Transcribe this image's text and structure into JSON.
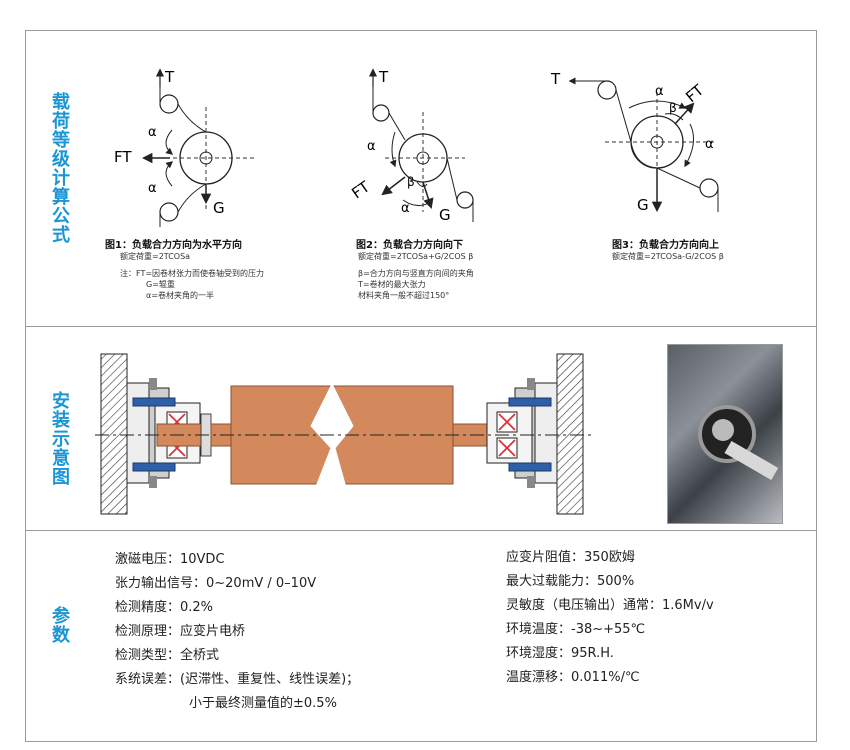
{
  "sections": {
    "formula_title": "载荷等级计算公式",
    "install_title": "安装示意图",
    "params_title": "参数"
  },
  "figures": [
    {
      "caption": "图1：负载合力方向为水平方向",
      "formula": "额定荷重=2TCOSa",
      "labels": {
        "T": "T",
        "G": "G",
        "FT": "FT",
        "alpha": "α"
      },
      "notes": [
        "注：FT=因卷材张力而使卷轴受到的压力",
        "G=辊重",
        "α=卷材夹角的一半"
      ]
    },
    {
      "caption": "图2：负载合力方向向下",
      "formula": "额定荷重=2TCOSa+G/2COS β",
      "labels": {
        "T": "T",
        "G": "G",
        "FT": "FT",
        "alpha": "α",
        "beta": "β"
      },
      "notes": [
        "β=合力方向与竖直方向间的夹角",
        "T=卷材的最大张力",
        "材料夹角一般不超过150°"
      ]
    },
    {
      "caption": "图3：负载合力方向向上",
      "formula": "额定荷重=2TCOSa-G/2COS β",
      "labels": {
        "T": "T",
        "G": "G",
        "FT": "FT",
        "alpha": "α",
        "beta": "β"
      }
    }
  ],
  "params_left": [
    "激磁电压：10VDC",
    "张力输出信号：0~20mV / 0–10V",
    "检测精度：0.2%",
    "检测原理：应变片电桥",
    "检测类型：全桥式",
    "系统误差：(迟滞性、重复性、线性误差)；",
    "小于最终测量值的±0.5%"
  ],
  "params_right": [
    "应变片阻值：350欧姆",
    "最大过载能力：500%",
    "灵敏度（电压输出）通常：1.6Mv/v",
    "环境温度：-38~+55℃",
    "环境湿度：95R.H.",
    "温度漂移：0.011%/℃"
  ],
  "colors": {
    "accent": "#1a95d6",
    "roller": "#d4895c",
    "bolt": "#2e5fa8",
    "bearing_x": "#e0303a"
  }
}
